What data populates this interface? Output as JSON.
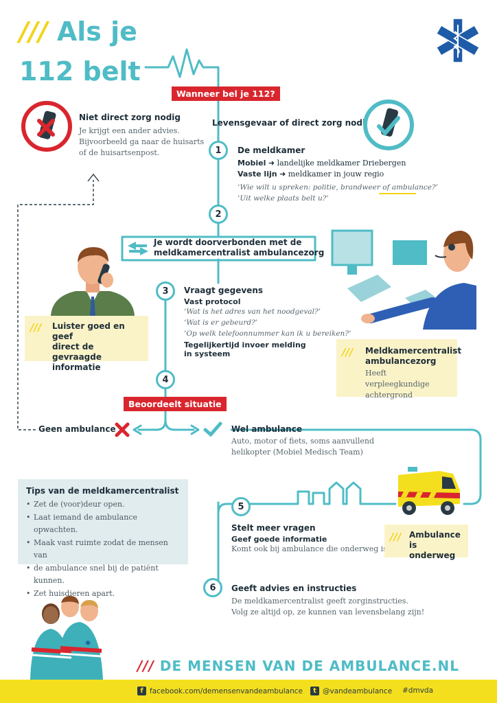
{
  "title": {
    "slashes": "///",
    "line1": "Als je",
    "line2": "112 belt"
  },
  "question": "Wanneer bel je 112?",
  "no_care": {
    "title": "Niet direct zorg nodig",
    "text": [
      "Je krijgt een ander advies.",
      "Bijvoorbeeld ga naar de huisarts",
      "of de huisartsenpost."
    ]
  },
  "urgent": {
    "title": "Levensgevaar of direct zorg nodig"
  },
  "step1": {
    "num": "1",
    "title": "De meldkamer",
    "mobile_label": "Mobiel",
    "mobile_text": "landelijke meldkamer Driebergen",
    "fixed_label": "Vaste lijn",
    "fixed_text": "meldkamer in jouw regio",
    "q1_pre": "‘Wie wilt u spreken: politie, brandweer of ",
    "q1_hl": "ambulance?",
    "q1_post": "’",
    "q2": "‘Uit welke plaats belt u?’"
  },
  "step2": {
    "num": "2",
    "text": [
      "Je wordt doorverbonden met de",
      "meldkamercentralist ambulancezorg"
    ]
  },
  "step3": {
    "num": "3",
    "title": "Vraagt gegevens",
    "subtitle": "Vast protocol",
    "q": [
      "‘Wat is het adres van het noodgeval?’",
      "‘Wat is er gebeurd?’",
      "‘Op welk telefoonnummer kan ik u bereiken?’"
    ],
    "extra": [
      "Tegelijkertijd invoer melding",
      "in systeem"
    ]
  },
  "caller_note": {
    "slashes": "///",
    "text": [
      "Luister goed en geef",
      "direct de gevraagde",
      "informatie"
    ]
  },
  "dispatcher_note": {
    "slashes": "///",
    "title": [
      "Meldkamercentralist",
      "ambulancezorg"
    ],
    "text": [
      "Heeft verpleegkundige",
      "achtergrond"
    ]
  },
  "step4": {
    "num": "4",
    "tag": "Beoordeelt situatie"
  },
  "no_ambulance": "Geen ambulance",
  "ambulance": {
    "title": "Wel ambulance",
    "text": [
      "Auto, motor of fiets, soms aanvullend",
      "helikopter (Mobiel Medisch Team)"
    ]
  },
  "tips": {
    "title": "Tips van de meldkamercentralist",
    "items": [
      "Zet de (voor)deur open.",
      "Laat iemand de ambulance opwachten.",
      "Maak vast ruimte zodat de mensen van",
      "de ambulance snel bij de patiënt kunnen.",
      "Zet huisdieren apart."
    ]
  },
  "step5": {
    "num": "5",
    "title": "Stelt meer vragen",
    "subtitle": "Geef goede informatie",
    "text": "Komt ook bij ambulance die onderweg is."
  },
  "ambulance_note": {
    "slashes": "///",
    "text": [
      "Ambulance",
      "is onderweg"
    ]
  },
  "step6": {
    "num": "6",
    "title": "Geeft advies en instructies",
    "text": [
      "De meldkamercentralist geeft zorginstructies.",
      "Volg ze altijd op, ze kunnen van levensbelang zijn!"
    ]
  },
  "brand": {
    "slashes": "///",
    "text": "DE MENSEN VAN DE AMBULANCE.NL"
  },
  "footer": {
    "facebook_icon": "f",
    "facebook": "facebook.com/demensenvandeambulance",
    "twitter_icon": "t",
    "twitter": "@vandeambulance",
    "hashtag": "#dmvda"
  },
  "colors": {
    "teal": "#4fbcc6",
    "red": "#d9262e",
    "yellow": "#f4df1e",
    "note_bg": "#fbf3c8",
    "tips_bg": "#e1ecef"
  }
}
